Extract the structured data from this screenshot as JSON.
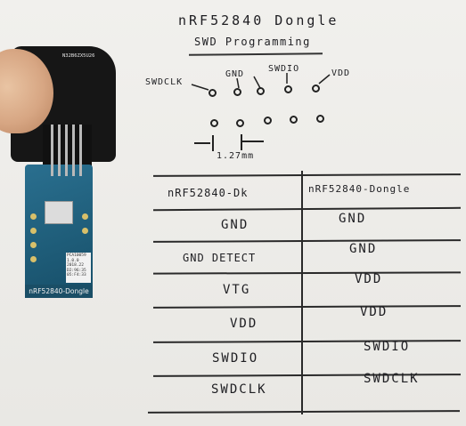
{
  "notes": {
    "title": "nRF52840 Dongle",
    "subtitle": "SWD Programming",
    "pin_labels": [
      "SWDCLK",
      "GND",
      "SWDIO",
      "VDD"
    ],
    "pitch": "1.27mm"
  },
  "table": {
    "headers": [
      "nRF52840-Dk",
      "nRF52840-Dongle"
    ],
    "rows": [
      [
        "GND",
        "GND"
      ],
      [
        "GND DETECT",
        "GND"
      ],
      [
        "VTG",
        "VDD"
      ],
      [
        "VDD",
        "VDD"
      ],
      [
        "SWDIO",
        "SWDIO"
      ],
      [
        "SWDCLK",
        "SWDCLK"
      ]
    ]
  },
  "board": {
    "label": "nRF52840-Dongle",
    "adapter_code": "N32B6ZX5U26",
    "sticker": "PCA10059\n1.0.0\n2018.22\nD2:96:35\n05:F4:33"
  }
}
